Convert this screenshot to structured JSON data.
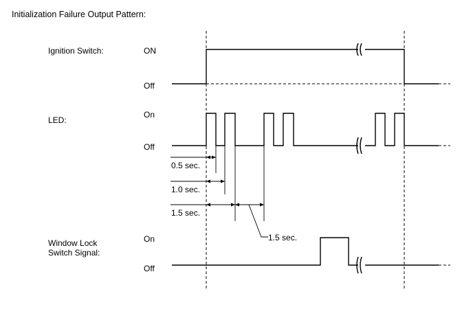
{
  "title": "Initialization Failure Output Pattern:",
  "signals": {
    "ignition": {
      "name": "Ignition Switch:",
      "high": "ON",
      "low": "Off"
    },
    "led": {
      "name": "LED:",
      "high": "On",
      "low": "Off"
    },
    "window_lock": {
      "name_line1": "Window Lock",
      "name_line2": "Switch Signal:",
      "high": "On",
      "low": "Off"
    }
  },
  "timing": {
    "t1": "0.5 sec.",
    "t2": "1.0 sec.",
    "t3": "1.5 sec.",
    "t4": "1.5 sec."
  }
}
